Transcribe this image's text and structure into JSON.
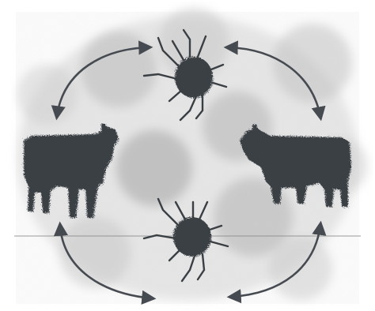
{
  "diagram": {
    "nodes": [
      {
        "id": "cow-left",
        "icon": "cow-icon"
      },
      {
        "id": "tick-top",
        "icon": "tick-icon"
      },
      {
        "id": "cow-right",
        "icon": "cow-icon"
      },
      {
        "id": "tick-bottom",
        "icon": "tick-icon"
      }
    ],
    "cycle": [
      "cow-left",
      "tick-top",
      "cow-right",
      "tick-bottom",
      "cow-left"
    ],
    "arrows_bidirectional": true,
    "colors": {
      "silhouette": "#3a3f44",
      "arrow": "#464b51",
      "background_cells": "#c4c4c4"
    }
  }
}
